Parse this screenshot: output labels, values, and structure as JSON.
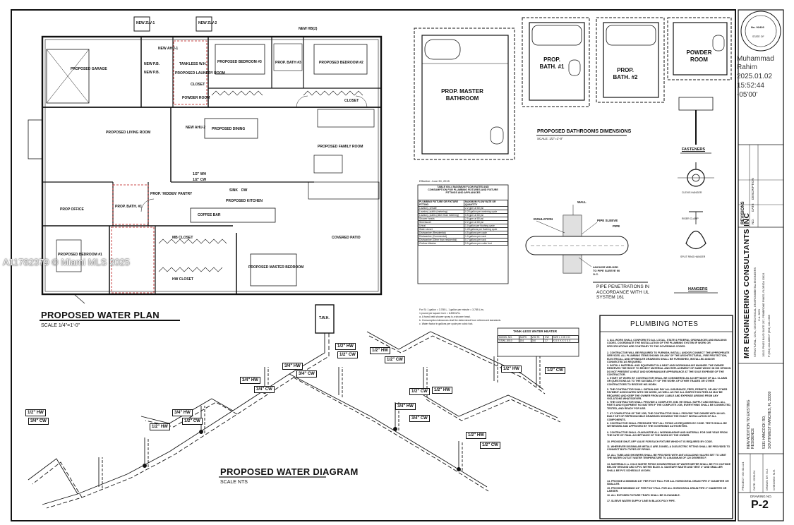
{
  "floor_plan": {
    "title": "PROPOSED  WATER PLAN",
    "scale": "SCALE 1/4\"=1'-0\"",
    "rooms": [
      "PROPOSED GARAGE",
      "PROPOSED BEDROOM #3",
      "PROP. BATH #3",
      "PROPOSED BEDROOM #2",
      "PROPOSED LIVING ROOM",
      "PROPOSED DINING",
      "PROPOSED FAMILY ROOM",
      "PROP. 'HIDDEN' PANTRY",
      "PROP OFFICE",
      "PROP. BATH. #1",
      "PROPOSED KITCHEN",
      "PROPOSED BEDROOM #1",
      "MB CLOSET",
      "PROPOSED MASTER BEDROOM",
      "COVERED PATIO",
      "HW CLOSET",
      "POWDER ROOM",
      "CLOSET",
      "CLOSET"
    ],
    "fixtures": [
      "NEW ZLV-1",
      "NEW ZLV-2",
      "NEW HB(2)",
      "NEW AHU-1",
      "NEW AHU-2",
      "TANKLESS W.H.",
      "PROPOSED LAUNDRY ROOM",
      "NEW P.B.",
      "NEW P.B.",
      "COFFEE BAR",
      "1/2\" WH",
      "1/2\" CW",
      "SINK",
      "DW"
    ]
  },
  "bathrooms": {
    "title": "PROPOSED BATHROOMS DIMENSIONS",
    "scale": "SCALE: 1/2\"=1'-0\"",
    "labels": [
      "PROP. MASTER BATHROOM",
      "PROP. BATH. #1",
      "PROP. BATH. #2",
      "POWDER ROOM"
    ]
  },
  "stamp": {
    "lines": [
      "Muhammad",
      "Rahim",
      "2025.01.02",
      "15:52:44",
      "-05'00'"
    ],
    "seal_text": [
      "No. 92426",
      "STATE OF"
    ]
  },
  "fixture_table": {
    "effective": "Effective: June 30, 2015",
    "heading": "TABLE 604.4 MAXIMUM FLOW RATES AND CONSUMPTION FOR PLUMBING FIXTURES AND FIXTURE FITTINGS AND APPLIANCES",
    "col1": "PLUMBING FIXTURE OR FIXTURE FITTING",
    "col2": "MAXIMUM FLOW RATE OR QUANTITY",
    "rows": [
      [
        "Lavatory, private",
        "2.2 gpm at 60 psi"
      ],
      [
        "Lavatory, public (metering)",
        "0.25 gallon per metering cycle"
      ],
      [
        "Lavatory, public (other than metering)",
        "0.5 gpm at 60 psi"
      ],
      [
        "Shower heads",
        "2.5 gpm at 80 psi"
      ],
      [
        "Sink faucet",
        "2.2 gpm at 60 psi"
      ],
      [
        "Urinal",
        "1.0 gallon per flushing cycle"
      ],
      [
        "Water closet",
        "1.28 gallons per flushing cycle"
      ],
      [
        "Dishwasher (Residential)",
        "4.5 gallons per cycle"
      ],
      [
        "Dishwasher (Commercial)",
        "1.0 gallons per rack"
      ],
      [
        "Dishwasher (Other than residential)",
        "0.7 gallons per rack"
      ],
      [
        "Clothes Washer",
        "9.5 gallons per cubic foot"
      ]
    ],
    "footnotes": [
      "For SI: 1 gallon = 3.785 L, 1 gallon per minute = 3.785 L/m,",
      "1 pound per square inch = 6.895 kPa.",
      "a. A hand-held shower spray is a shower head.",
      "b. Consumption tolerances shall be determined from referenced standards.",
      "c. Water factor in gallons per cycle per cubic foot."
    ]
  },
  "tankless_table": {
    "title": "TANK-LESS WATER HEATER",
    "headers": [
      "MODEL NO.",
      "AMPS",
      "VOLTS",
      "KW",
      "SIZE L X W X D"
    ],
    "row": [
      "GSWL-8010",
      "154",
      "240",
      "37",
      "X.X X X.X X X.X"
    ]
  },
  "penetration": {
    "labels": [
      "WALL",
      "INSULATION",
      "PIPE SLEEVE",
      "PIPE",
      "ANCHOR WELDED TO PIPE SLEEVE 90 O.C."
    ],
    "note": "PIPE PENETRATIONS IN ACCORDANCE WITH UL SYSTEM 161"
  },
  "hangers": {
    "fasteners": "FASTENERS",
    "hangers": "HANGERS",
    "small": [
      "CLEVIS HANGER",
      "RISER CLAMP",
      "SPLIT RING HANGER"
    ]
  },
  "water_diagram": {
    "title": "PROPOSED WATER DIAGRAM",
    "scale": "SCALE NTS",
    "heater": "T.W.H.",
    "pipe_labels": [
      "1/2\" HW",
      "1/2\" CW",
      "3/4\" HW",
      "3/4\" CW",
      "1/2\" HW",
      "1/2\" CW",
      "3/4\" HW",
      "3/4\" CW",
      "1/2\" CW",
      "1/2\" HW",
      "3/4\" HW",
      "1/2\" CW",
      "1/2\" HW",
      "1/2\" HW",
      "3/4\" CW",
      "3/4\" HW",
      "3/4\" CW",
      "1/2\" HW",
      "1/2\" CW",
      "1/2\" HW",
      "1/2\" CW"
    ]
  },
  "notes": {
    "title": "PLUMBING NOTES",
    "items": [
      "1. ALL WORK SHALL CONFORM TO ALL LOCAL, STATE & FEDERAL ORDINANCES AND BUILDING CODES. COORDINATE THE INSTALLATION OF THE PLUMBING SYSTEM IF WORK OR SPECIFICATIONS ARE CONTRARY TO THE GOVERNING CODES.",
      "2. CONTRACTOR WILL BE REQUIRED TO FURNISH, INSTALL AND/OR CONNECT THE APPROPRIATE SERVICES. ALL PLUMBING ITEMS SHOWN ON ANY OF THE ARCHITECTURAL, FIRE PROTECTION, ELECTRICAL, AND SPRINKLER DRAWINGS SHALL BE FURNISHED, INSTALLED AND/OR CONNECTED AS REQUIRED.",
      "3. INSTALL MATERIAL AND EQUIPMENT IN A NEAT AND WORKMANLIKE MANNER. THE OWNER RESERVES THE RIGHT TO REJECT MATERIAL AND REPLACEMENT OF SAME WHICH IN HIS OPINION DO NOT PRESENT A NEAT AND WORKMANLIKE APPEARANCE AT THE SOLE EXPENSE OF THE CONTRACTOR.",
      "4. START OF WORK BY CONTRACTOR SHALL BE CONSIDERED AS ACCEPTANCE OF ALL CLAIMS OR QUESTIONS AS TO THE SUITABILITY OF THE WORK OF OTHER TRADES OR OTHER CONTRACTORS TO RECEIVE HIS WORK.",
      "5. THE CONTRACTOR SHALL OBTAIN AND PAY ALL INSURANCE, FEES, PERMITS, OR ANY OTHER PAYMENT ASSOCIATED WITH HIS WORK, AS WELL AS PAY ALL INSPECTION FEES AS MAY BE REQUIRED AND KEEP THE OWNER FROM ANY LIABLE AND EXPENSE ARISING FROM ANY VIOLATIONS WHATSOEVER.",
      "6. THE CONTRACTOR SHALL PROVIDE A COMPLETE JOB. HE SHALL SUPPLY AND INSTALL ALL PARTS AND EQUIPMENT NO MATTER IF THE COMPLETE JOB, EVERYTHING SHALL BE CONNECTED, TESTED, AND READY FOR USE.",
      "7. AT COMPLETION OF THE JOB, THE CONTRACTOR SHALL PROVIDE THE OWNER WITH AN AS-BUILT SET OF REPRODUCIBLE DRAWINGS SHOWING THE EXACT INSTALLATION OF ALL COMPONENTS.",
      "8. CONTRACTOR SHALL PRESSURE TEST ALL PIPING AS REQUIRED BY CODE. TESTS SHALL BE WITNESSED AND APPROVED BY THE GOVERNING AUTHORITIES.",
      "9. CONTRACTOR SHALL GUARANTEE ALL WORKMANSHIP AND MATERIAL FOR ONE YEAR FROM THE DATE OF FINAL ACCEPTANCE OF THE WORK BY THE OWNER.",
      "10. PROVIDE SHUT-OFF VALVE FOR EACH FIXTURE WHICH IT IS REQUIRED BY CODE.",
      "11. WHEREVER DISSIMILAR METALS ARE JOINED, A DI-ELECTRIC FITTING SHALL BE PROVIDED TO CONNECT BOTH TYPES OF PIPING.",
      "12. ALL TUBS AND SHOWERS SHALL BE PROVIDED WITH ANTI-SCALDING VALVES SET TO LIMIT THE WATER OUTLET WATER TEMPERATURE TO A MAXIMUM OF 120 DEGREES F.",
      "13. MATERIALS: a. COLD WATER PIPING DOWNSTREAM OF WATER METER SHALL BE PVC OUTSIDE BELOW GROUND AND CPVC WITHIN BLDG. b. SANITARY WASTE AND VENT 4\" AND SMALLER SHALL BE PVC SCHEDULE 40 DWV.",
      "14. PROVIDE A MINIMUM 1/8\" PER FOOT FALL FOR ALL HORIZONTAL DRAIN PIPE 3\" DIAMETER OR SMALLER.",
      "15. PROVIDE MINIMUM 1/4\" PER FOOT FALL FOR ALL HORIZONTAL DRAIN PIPE 2\" DIAMETER OR LARGER.",
      "16. ALL EXPOSED FIXTURE TRAPS SHALL BE CLEANABLE.",
      "17. SLEEVE WATER SUPPLY LINE IN BLACK POLY PIPE."
    ]
  },
  "title_block": {
    "revisions": "REVISIONS",
    "no": "NO.",
    "date": "DATE",
    "description": "DESCRIPTION",
    "firm": "MR ENGINEERING CONSULTANTS INC",
    "firm_sub": "STRUCTURAL, CIVIL, GEOTECHNICAL, ENVIRONMENTAL ENGINEERS",
    "ca": "C.A. 9876",
    "address": "10021 PINES BLVD SUITE 207, PEMBROKE PINES, FLORIDA 33024",
    "phone": "P (954) 448-0855   F (954) 443-1989",
    "project": "NEW ADDITION TO EXISTING RESIDENCE",
    "site_line1": "5131 HANCOCK RD,",
    "site_line2": "SOUTHWEST RANCHES, FL 33330",
    "project_no": "PROJECT NO: 00-124",
    "date_value": "DATE: 12/31/24",
    "drawn_by": "DRAWN BY: M.J.",
    "checked_by": "CHECKED: M.R.",
    "drawing_no_label": "DRAWING NO.",
    "drawing_no": "P-2"
  },
  "watermark": "A11782379 © Miami MLS 2025"
}
